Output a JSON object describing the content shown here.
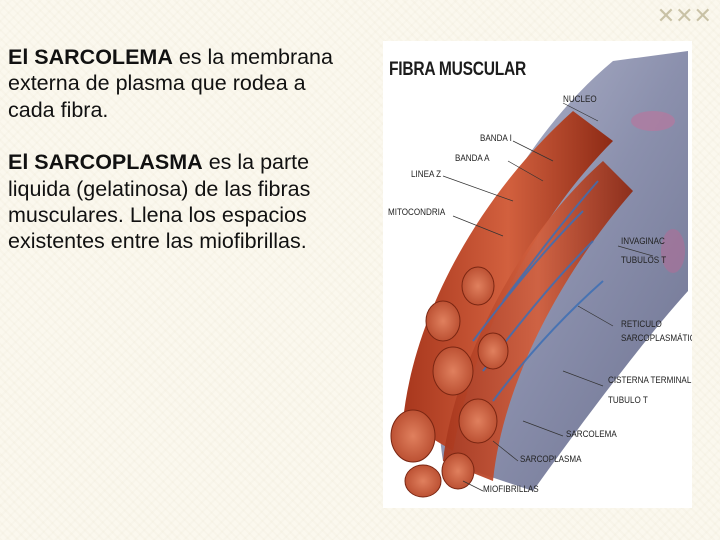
{
  "paragraph1": {
    "term": "El SARCOLEMA",
    "rest": " es la membrana externa de plasma que rodea a cada fibra."
  },
  "paragraph2": {
    "term": "El SARCOPLASMA",
    "rest": " es la parte liquida (gelatinosa) de las fibras musculares. Llena los espacios existentes entre las miofibrillas."
  },
  "corner_mark": "✕✕✕",
  "figure": {
    "title": "FIBRA MUSCULAR",
    "labels": {
      "nucleo": "NUCLEO",
      "banda_i": "BANDA I",
      "banda_a": "BANDA A",
      "linea_z": "LINEA Z",
      "mitocondria": "MITOCONDRIA",
      "invaginac": "INVAGINAC",
      "tubulos_t": "TUBULOS T",
      "reticulo": "RETICULO",
      "sarcoplasmatico": "SARCOPLASMÁTICO",
      "cisterna_terminal": "CISTERNA TERMINAL",
      "tubulo_t": "TUBULO T",
      "sarcolema": "SARCOLEMA",
      "sarcoplasma": "SARCOPLASMA",
      "miofibrillas": "MIOFIBRILLAS"
    }
  }
}
